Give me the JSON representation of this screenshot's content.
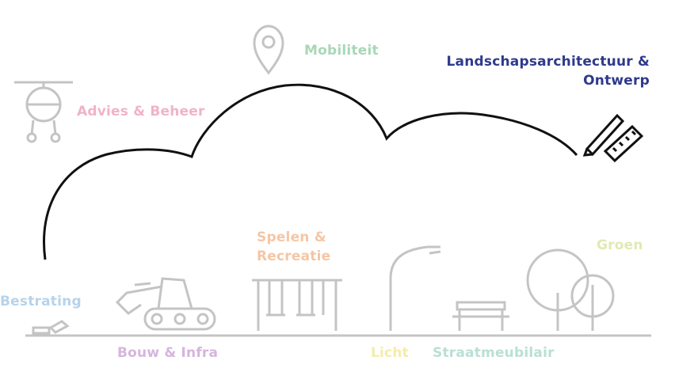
{
  "labels": {
    "mobiliteit": "Mobiliteit",
    "landschap_line1": "Landschapsarchitectuur &",
    "landschap_line2": "Ontwerp",
    "advies": "Advies & Beheer",
    "bestrating": "Bestrating",
    "bouw": "Bouw & Infra",
    "spelen_line1": "Spelen &",
    "spelen_line2": "Recreatie",
    "licht": "Licht",
    "straatmeubilair": "Straatmeubilair",
    "groen": "Groen"
  },
  "colors": {
    "mobiliteit": "#a9d7b6",
    "landschap": "#2e3a8c",
    "advies": "#f1b3c6",
    "bestrating": "#b7d3ea",
    "bouw": "#d5b5de",
    "spelen": "#f5c6a4",
    "licht": "#f5ecaa",
    "straatmeubilair": "#b9e0d6",
    "groen": "#e1eab0",
    "icon": "#c4c4c4",
    "cloud": "#111111"
  },
  "icons": [
    "helicopter-icon",
    "location-pin-icon",
    "pencil-ruler-icon",
    "brick-icon",
    "excavator-icon",
    "swing-icon",
    "street-lamp-icon",
    "bench-icon",
    "trees-icon"
  ]
}
